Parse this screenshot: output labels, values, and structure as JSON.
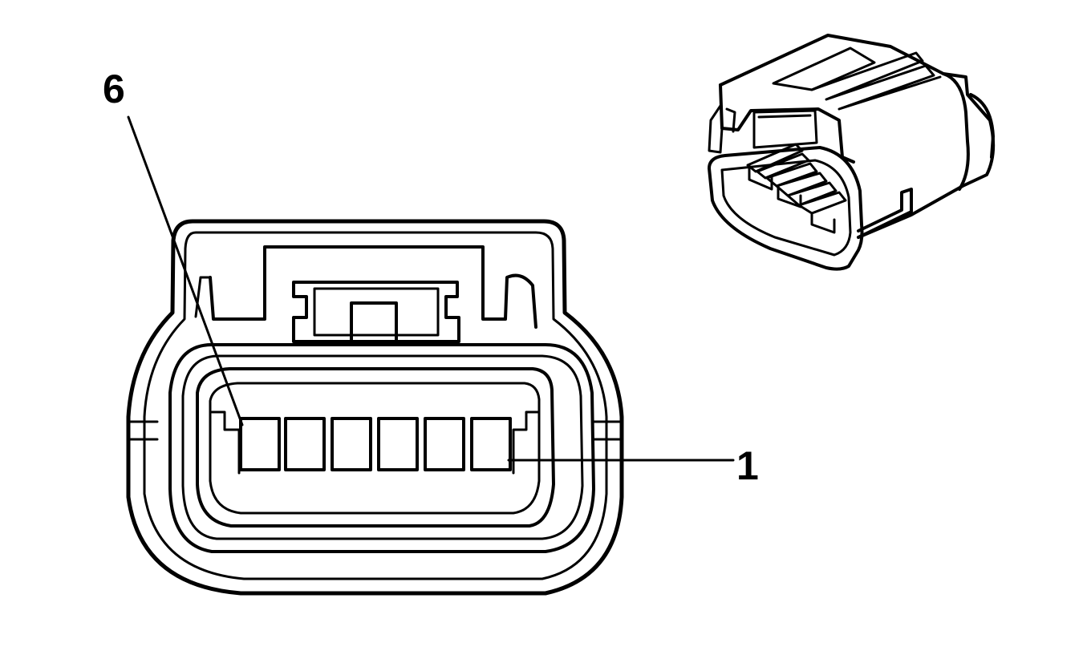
{
  "diagram": {
    "callouts": {
      "pin_6": "6",
      "pin_1": "1"
    },
    "pin_count": 6,
    "colors": {
      "line": "#000000",
      "background": "#ffffff"
    }
  }
}
